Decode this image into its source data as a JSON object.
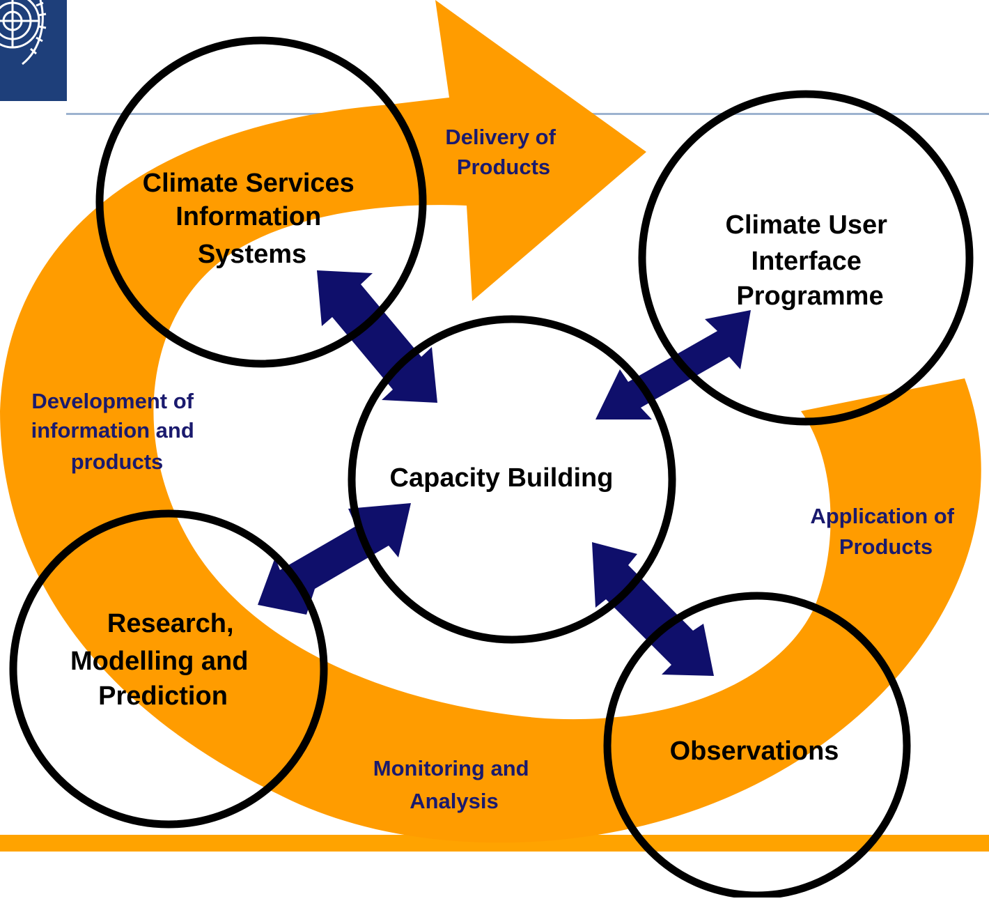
{
  "colors": {
    "flow_arrow": "#ff9c00",
    "connector_arrow": "#0f0f6b",
    "node_border": "#000000",
    "header_rule": "#9db3cf",
    "footer_bar": "#ffa300",
    "logo_bg": "#1e3f7a"
  },
  "logo": {
    "name": "un-emblem"
  },
  "nodes": {
    "capacity_building": {
      "lines": [
        "Capacity Building"
      ]
    },
    "climate_services": {
      "lines": [
        "Climate Services",
        "Information",
        "Systems"
      ]
    },
    "user_interface": {
      "lines": [
        "Climate User",
        "Interface",
        "Programme"
      ]
    },
    "research": {
      "lines": [
        "Research,",
        "Modelling and",
        "Prediction"
      ]
    },
    "observations": {
      "lines": [
        "Observations"
      ]
    }
  },
  "flow_labels": {
    "delivery": {
      "lines": [
        "Delivery of",
        "Products"
      ]
    },
    "development": {
      "lines": [
        "Development of",
        "information and",
        "products"
      ]
    },
    "application": {
      "lines": [
        "Application of",
        "Products"
      ]
    },
    "monitoring": {
      "lines": [
        "Monitoring and",
        "Analysis"
      ]
    }
  }
}
